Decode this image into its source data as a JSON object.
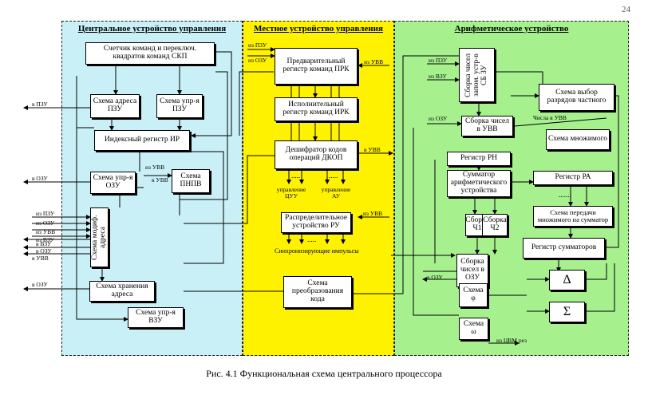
{
  "page_number": "24",
  "caption": "Рис. 4.1 Функциональная схема центрального процессора",
  "sections": {
    "cu": "Центральное устройство управления",
    "lu": "Местное устройство управления",
    "au": "Арифметическое устройство"
  },
  "blocks": {
    "counter": "Счетчик команд и переключ. квадратов команд СКП",
    "addr_pzu": "Схема адреса ПЗУ",
    "ctrl_pzu": "Схема упр-я ПЗУ",
    "index_reg": "Индексный регистр ИР",
    "ctrl_ozu": "Схема упр-я ОЗУ",
    "pnpv": "Схема ПНПВ",
    "modif": "Схема модиф. адреса",
    "addr_store": "Схема хранения адреса",
    "ctrl_vzu": "Схема упр-я ВЗУ",
    "prk": "Предварительный регистр команд ПРК",
    "irk": "Исполнительный регистр команд ИРК",
    "dkop": "Дешифратор кодов операций ДКОП",
    "ru": "Распределительное устройство РУ",
    "conv": "Схема преобразования кода",
    "zu_collect": "Сборка чисел запом. устр-в СБ ЗУ",
    "select_bits": "Схема выбор разрядов частного",
    "uvv_collect": "Сборка чисел в УВВ",
    "multiplicand": "Схема множимого",
    "reg_rn": "Регистр РН",
    "adder": "Сумматор арифметического устройства",
    "reg_ra": "Регистр РА",
    "transfer": "Схема передачи множимого на сумматор",
    "ch1": "Сборка Ч1",
    "ch2": "Сборка Ч2",
    "reg_sum": "Регистр сумматоров",
    "ozu_collect": "Сборка чисел в ОЗУ",
    "delta": "Δ",
    "phi": "Схема φ",
    "sigma": "Σ",
    "omega": "Схема ω"
  },
  "labels": {
    "to_pzu": "в ПЗУ",
    "to_ozu_1": "в ОЗУ",
    "to_ozu_2": "в ОЗУ",
    "to_ozu_3": "в ОЗУ",
    "to_uvv_1": "в УВВ",
    "to_uvv_2": "в УВВ",
    "to_vzu": "в ВЗУ",
    "from_uvv_1": "из УВВ",
    "from_pzu_1": "из ПЗУ",
    "from_ozu_1": "из ОЗУ",
    "from_uvv_2": "из УВВ",
    "from_vzu_1": "из ВЗУ",
    "from_pzu_lu": "из ПЗУ",
    "from_ozu_lu": "из ОЗУ",
    "from_uvv_prk": "из УВВ",
    "to_uvv_dkop": "в УВВ",
    "ctrl_cuu": "управление ЦУУ",
    "ctrl_au": "управление АУ",
    "from_uvv_ru": "из УВВ",
    "sync": "Синхронизирующие импульсы",
    "from_pzu_au": "из ПЗУ",
    "from_vzu_au": "из ВЗУ",
    "from_ozu_au": "из ОЗУ",
    "numbers_uvv": "Числа в УВВ",
    "to_ozu_au": "в ОЗУ",
    "from_cvm": "из ЦВМ рез"
  }
}
